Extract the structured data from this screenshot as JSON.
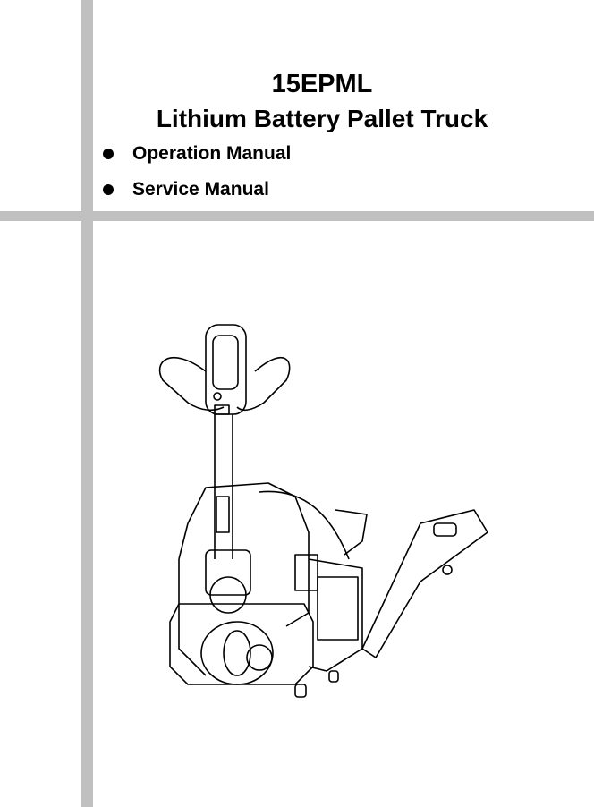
{
  "cover": {
    "model": "15EPML",
    "product": "Lithium Battery Pallet Truck",
    "contents": [
      "Operation Manual",
      "Service Manual"
    ]
  },
  "colors": {
    "bar": "#c0c0c0",
    "text": "#000000"
  }
}
